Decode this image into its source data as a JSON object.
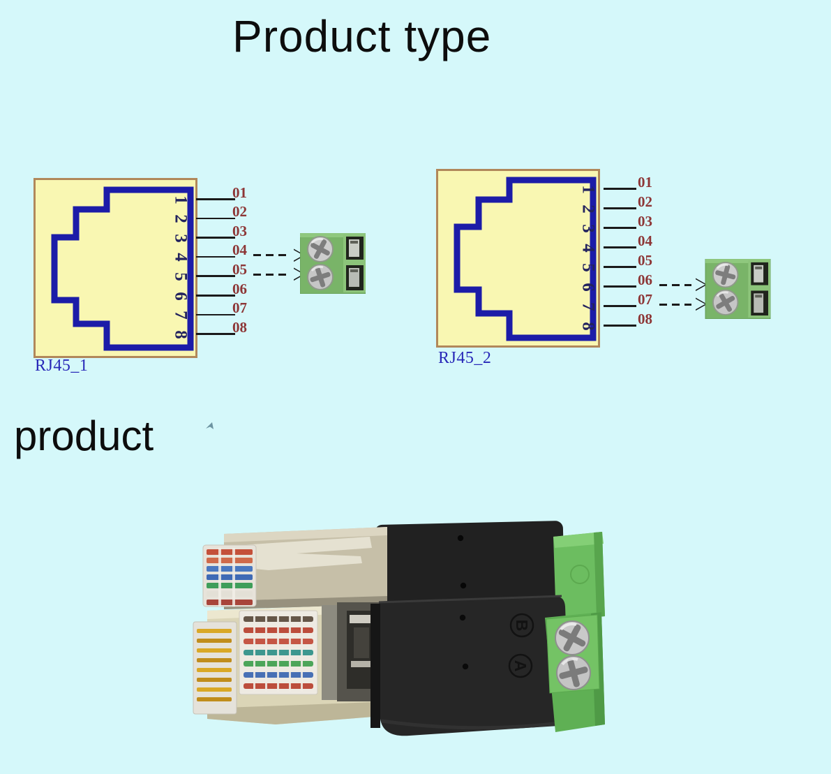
{
  "page": {
    "title": "Product type",
    "product_label": "product"
  },
  "colors": {
    "bg": "#d5f8fa",
    "title": "#0d0d0d",
    "box-fill": "#f9f7b2",
    "box-border": "#b1885a",
    "jack-blue": "#1c1ca8",
    "pin-num": "#23235e",
    "pin-line": "#1a1a1a",
    "pin-label": "#8d3636",
    "ref-label": "#2828b8",
    "terminal-green": "#79b468"
  },
  "icons": {
    "arrow_head": ">",
    "terminal_block": "2-pin-screw-terminal",
    "cursor": "mouse-cursor"
  },
  "rj45_1": {
    "label": "RJ45_1",
    "pins": [
      {
        "number": "1",
        "label": "01",
        "arrow": false
      },
      {
        "number": "2",
        "label": "02",
        "arrow": false
      },
      {
        "number": "3",
        "label": "03",
        "arrow": false
      },
      {
        "number": "4",
        "label": "04",
        "arrow": true
      },
      {
        "number": "5",
        "label": "05",
        "arrow": true
      },
      {
        "number": "6",
        "label": "06",
        "arrow": false
      },
      {
        "number": "7",
        "label": "07",
        "arrow": false
      },
      {
        "number": "8",
        "label": "08",
        "arrow": false
      }
    ]
  },
  "rj45_2": {
    "label": "RJ45_2",
    "pins": [
      {
        "number": "1",
        "label": "01",
        "arrow": false
      },
      {
        "number": "2",
        "label": "02",
        "arrow": false
      },
      {
        "number": "3",
        "label": "03",
        "arrow": false
      },
      {
        "number": "4",
        "label": "04",
        "arrow": false
      },
      {
        "number": "5",
        "label": "05",
        "arrow": false
      },
      {
        "number": "6",
        "label": "06",
        "arrow": true
      },
      {
        "number": "7",
        "label": "07",
        "arrow": true
      },
      {
        "number": "8",
        "label": "08",
        "arrow": false
      }
    ]
  },
  "photo": {
    "port_top_label": "B",
    "port_bottom_label": "A"
  }
}
